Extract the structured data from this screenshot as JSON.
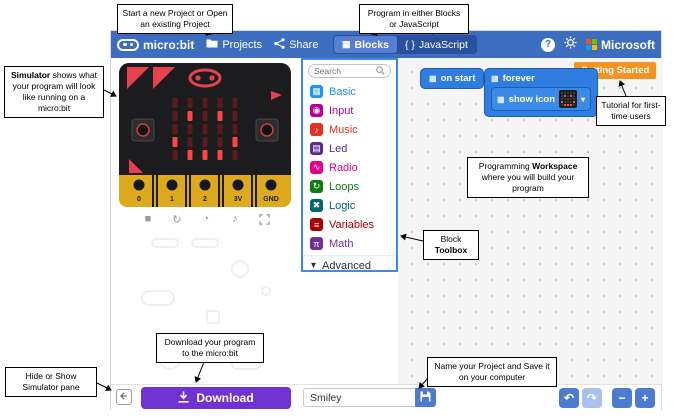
{
  "annotations": {
    "new_project": {
      "pre": "Start a new Project or Open an existing Project",
      "bold": "",
      "rest": ""
    },
    "blocks_js": {
      "pre": "Program in either Blocks or JavaScript",
      "bold": "",
      "rest": ""
    },
    "simulator": {
      "pre": "",
      "bold": "Simulator",
      "rest": " shows what your program will look like running on a micro:bit"
    },
    "tutorial": {
      "pre": "Tutorial for first-time users",
      "bold": "",
      "rest": ""
    },
    "workspace": {
      "pre": "Programming ",
      "bold": "Workspace",
      "rest": " where you will build your program"
    },
    "toolbox": {
      "pre": "Block ",
      "bold": "Toolbox",
      "rest": ""
    },
    "download": {
      "pre": "Download your program to the micro:bit",
      "bold": "",
      "rest": ""
    },
    "save": {
      "pre": "Name your Project and Save it on your computer",
      "bold": "",
      "rest": ""
    },
    "hide_sim": {
      "pre": "Hide or Show Simulator pane",
      "bold": "",
      "rest": ""
    }
  },
  "header": {
    "brand": "micro:bit",
    "projects_label": "Projects",
    "share_label": "Share",
    "blocks_label": "Blocks",
    "blocks_glyph": "▦",
    "js_braces": "{ }",
    "javascript_label": "JavaScript",
    "help_glyph": "?",
    "microsoft_label": "Microsoft"
  },
  "toolbox": {
    "search_placeholder": "Search",
    "categories": [
      {
        "label": "Basic",
        "color": "#1E90FF",
        "glyph": "▦"
      },
      {
        "label": "Input",
        "color": "#B4009E",
        "glyph": "◉"
      },
      {
        "label": "Music",
        "color": "#E63022",
        "glyph": "♪"
      },
      {
        "label": "Led",
        "color": "#5C2D91",
        "glyph": "▤"
      },
      {
        "label": "Radio",
        "color": "#E3008C",
        "glyph": "∿"
      },
      {
        "label": "Loops",
        "color": "#107C10",
        "glyph": "↻"
      },
      {
        "label": "Logic",
        "color": "#006970",
        "glyph": "✖"
      },
      {
        "label": "Variables",
        "color": "#A80000",
        "glyph": "≡"
      },
      {
        "label": "Math",
        "color": "#712F9E",
        "glyph": "π"
      }
    ],
    "advanced_label": "Advanced",
    "advanced_glyph": "▾"
  },
  "workspace": {
    "getting_started_label": "Getting Started",
    "on_start_label": "on start",
    "forever_label": "forever",
    "show_icon_label": "show icon",
    "block_chip_glyph": "▦",
    "dropdown_glyph": "▾"
  },
  "simulator": {
    "pins": [
      "0",
      "1",
      "2",
      "3V",
      "GND"
    ],
    "controls": [
      {
        "name": "stop",
        "glyph": "■"
      },
      {
        "name": "restart",
        "glyph": "↻"
      },
      {
        "name": "slow-mo",
        "glyph": "◔"
      },
      {
        "name": "mute",
        "glyph": "♪"
      },
      {
        "name": "fullscreen",
        "glyph": ""
      }
    ],
    "led_pattern": [
      [
        0,
        0,
        0,
        0,
        0
      ],
      [
        0,
        1,
        0,
        1,
        0
      ],
      [
        0,
        0,
        0,
        0,
        0
      ],
      [
        1,
        0,
        0,
        0,
        1
      ],
      [
        0,
        1,
        1,
        1,
        0
      ]
    ]
  },
  "footer": {
    "download_label": "Download",
    "project_name": "Smiley",
    "undo_glyph": "↶",
    "redo_glyph": "↷",
    "zoom_out_glyph": "−",
    "zoom_in_glyph": "+"
  },
  "colors": {
    "header_blue": "#3d6dbf",
    "toggle_selected": "#567fd2",
    "getting_started_orange": "#f6921e",
    "download_purple": "#7132d3",
    "block_blue": "#2f7de0",
    "toolbox_border_blue": "#4285f4",
    "board_black": "#1c1c1e",
    "board_red": "#e8414e",
    "led_on": "#ff4545",
    "led_off": "#5a1a20",
    "pin_gold": "#ddaa1d",
    "button_blue": "#4c7bd1",
    "microsoft_squares": [
      "#f25022",
      "#7fba00",
      "#00a4ef",
      "#ffb900"
    ]
  }
}
